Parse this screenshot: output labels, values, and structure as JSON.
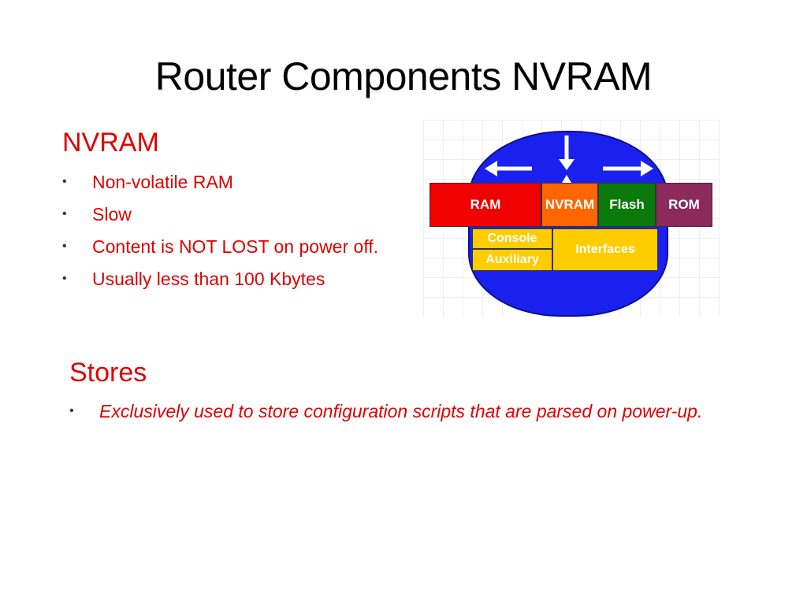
{
  "title": "Router Components NVRAM",
  "nvram_section": {
    "heading": "NVRAM",
    "bullets": [
      "Non-volatile RAM",
      "Slow",
      "Content is NOT LOST on power off.",
      "Usually less than 100 Kbytes"
    ]
  },
  "stores_section": {
    "heading": "Stores",
    "bullets": [
      "Exclusively used to store configuration scripts that are parsed on power-up."
    ]
  },
  "diagram": {
    "blocks": {
      "ram": "RAM",
      "nvram": "NVRAM",
      "flash": "Flash",
      "rom": "ROM",
      "console": "Console",
      "auxiliary": "Auxiliary",
      "interfaces": "Interfaces"
    },
    "colors": {
      "router_body": "#1a21ee",
      "ram": "#f00000",
      "nvram": "#ff6600",
      "flash": "#0a7a0a",
      "rom": "#8b2a5b",
      "ports": "#ffcc00",
      "text_accent": "#e00000"
    }
  }
}
